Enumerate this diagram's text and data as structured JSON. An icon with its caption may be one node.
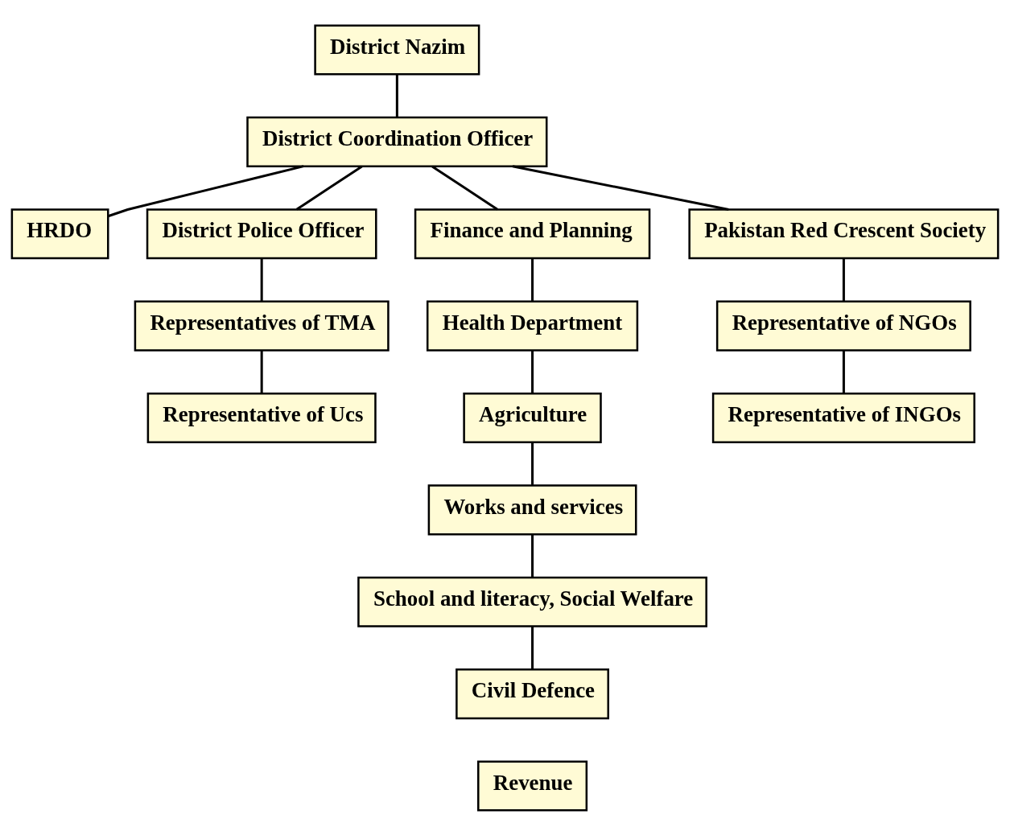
{
  "diagram": {
    "nodes": [
      {
        "text": [
          "District Nazim"
        ]
      },
      {
        "text": [
          "District Coordination Officer"
        ]
      },
      {
        "text": [
          "HRDO"
        ]
      },
      {
        "text": [
          "District Police Officer"
        ]
      },
      {
        "text": [
          "Finance and Planning"
        ]
      },
      {
        "text": [
          "Pakistan Red Crescent Society"
        ]
      },
      {
        "text": [
          "Representatives of TMA"
        ]
      },
      {
        "text": [
          "Health Department"
        ]
      },
      {
        "text": [
          "Representative of NGOs"
        ]
      },
      {
        "text": [
          "Representative of Ucs"
        ]
      },
      {
        "text": [
          "Agriculture"
        ]
      },
      {
        "text": [
          "Representative of INGOs"
        ]
      },
      {
        "text": [
          "Works and services"
        ]
      },
      {
        "text": [
          "School and literacy, Social Welfare"
        ]
      },
      {
        "text": [
          "Civil Defence"
        ]
      },
      {
        "text": [
          "Revenue"
        ]
      }
    ],
    "edges": [
      {
        "from": 0,
        "to": 1,
        "arrow": "none"
      },
      {
        "from": 1,
        "to": 2,
        "arrow": "none"
      },
      {
        "from": 1,
        "to": 3,
        "arrow": "none"
      },
      {
        "from": 1,
        "to": 4,
        "arrow": "none"
      },
      {
        "from": 1,
        "to": 5,
        "arrow": "none"
      },
      {
        "from": 3,
        "to": 6,
        "arrow": "none"
      },
      {
        "from": 6,
        "to": 9,
        "arrow": "none"
      },
      {
        "from": 4,
        "to": 7,
        "arrow": "none"
      },
      {
        "from": 7,
        "to": 10,
        "arrow": "none"
      },
      {
        "from": 10,
        "to": 12,
        "arrow": "none"
      },
      {
        "from": 12,
        "to": 13,
        "arrow": "none"
      },
      {
        "from": 13,
        "to": 14,
        "arrow": "none"
      },
      {
        "from": 5,
        "to": 8,
        "arrow": "none"
      },
      {
        "from": 8,
        "to": 11,
        "arrow": "none"
      }
    ]
  }
}
